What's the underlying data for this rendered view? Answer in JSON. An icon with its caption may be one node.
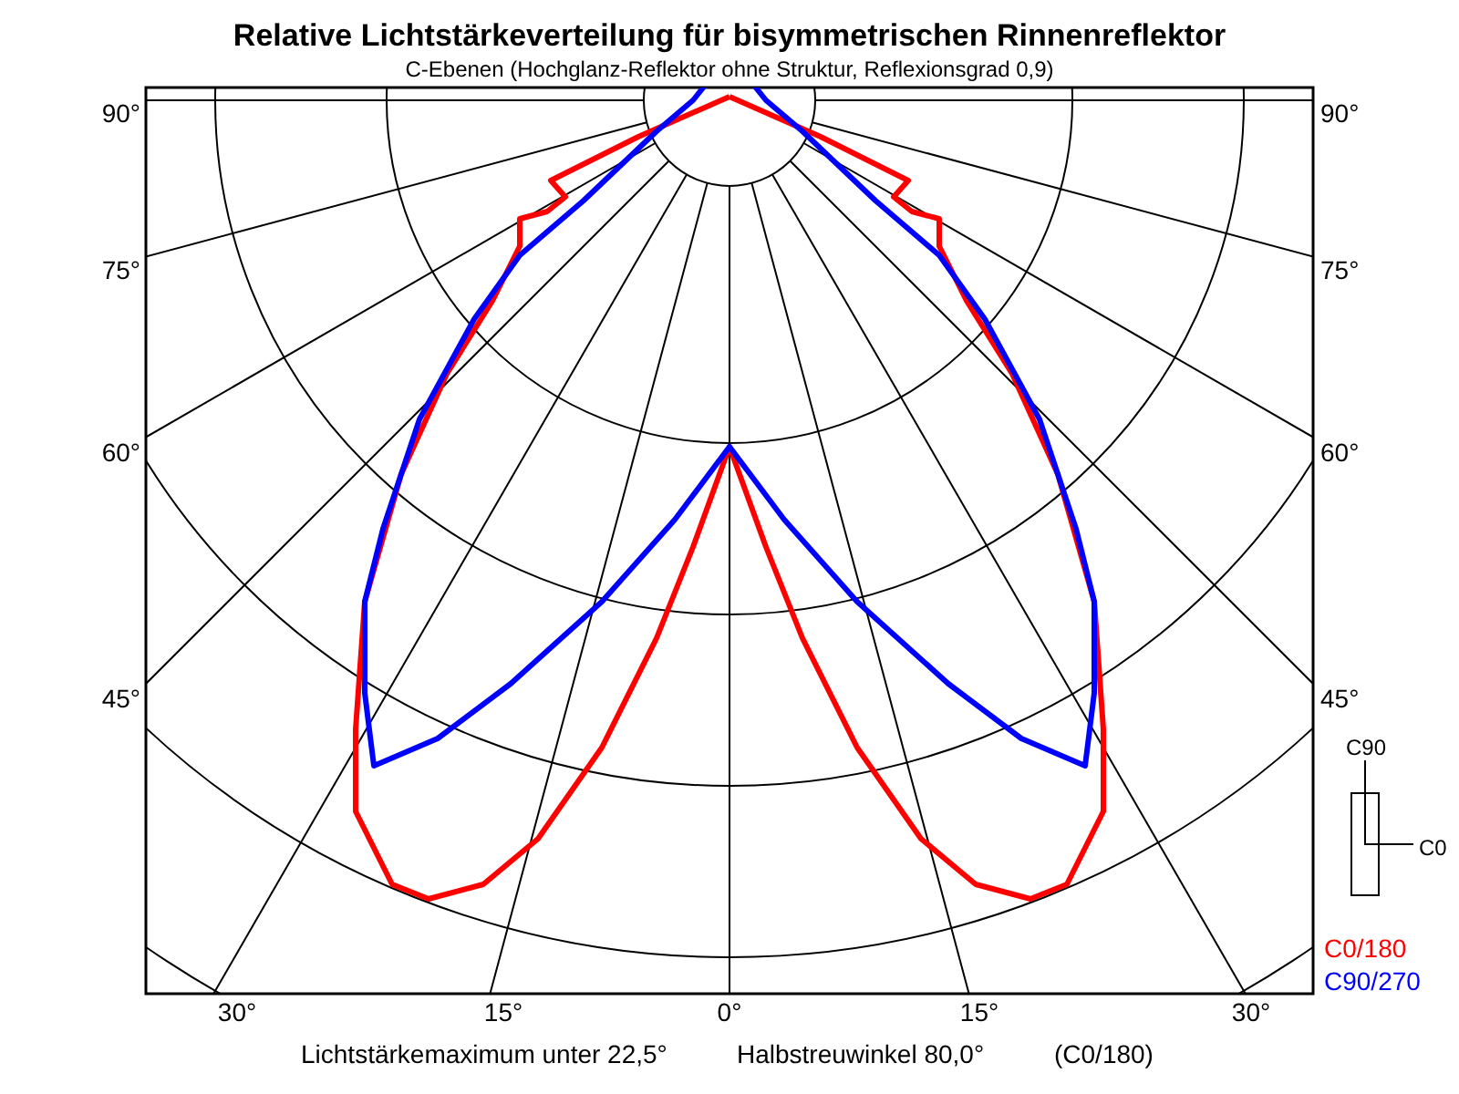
{
  "diagram": {
    "title": "Relative Lichtstärkeverteilung für bisymmetrischen Rinnenreflektor",
    "labels": [
      "C-Ebenen (Hochglanz-Reflektor ohne Struktur, Reflexionsgrad 0,9)",
      "90°",
      "90°",
      "75°",
      "75°",
      "60°",
      "60°",
      "45°",
      "45°",
      "30°",
      "15°",
      "0°",
      "15°",
      "30°",
      "Lichtstärkemaximum unter 22,5°",
      "Halbstreuwinkel 80,0°",
      "(C0/180)",
      "C90",
      "C0"
    ],
    "legend": [
      {
        "text": "C0/180",
        "color": "#ff0000"
      },
      {
        "text": "C90/270",
        "color": "#0000ff"
      }
    ]
  }
}
